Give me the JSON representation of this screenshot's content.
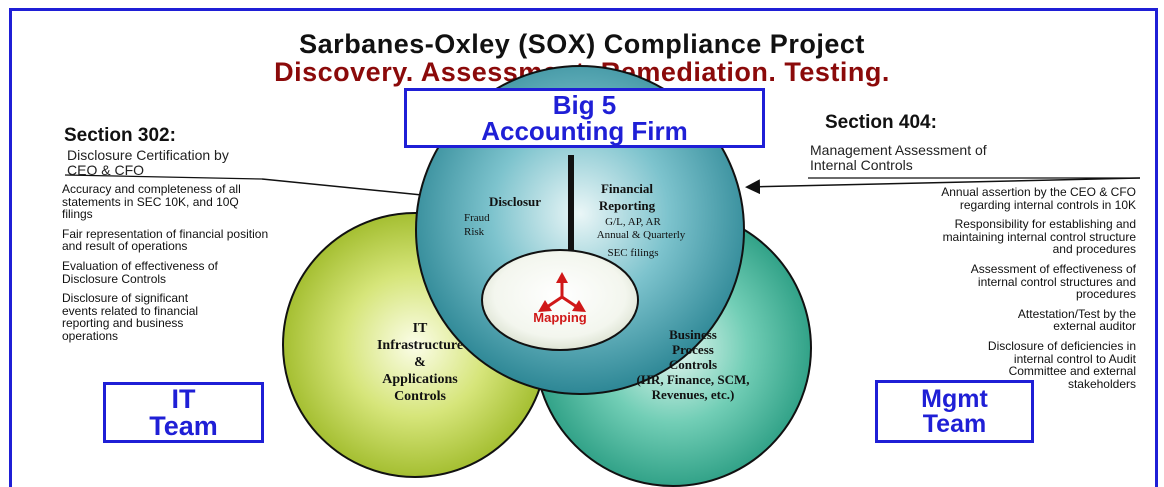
{
  "title": "Sarbanes-Oxley (SOX) Compliance Project",
  "subtitle": "Discovery. Assessment. Remediation. Testing.",
  "big5_box": [
    "Big 5",
    "Accounting Firm"
  ],
  "section_302": {
    "heading": "Section 302:",
    "subheading": [
      "Disclosure Certification by",
      "CEO & CFO"
    ],
    "items": [
      [
        "Accuracy and completeness of all",
        "statements in SEC 10K, and 10Q",
        "filings"
      ],
      [
        "Fair representation of financial position",
        "and result of operations"
      ],
      [
        "Evaluation of effectiveness of",
        "Disclosure Controls"
      ],
      [
        "Disclosure of significant",
        "events related to financial",
        "reporting and business",
        "operations"
      ]
    ]
  },
  "section_404": {
    "heading": "Section 404:",
    "subheading": [
      "Management Assessment of",
      "Internal Controls"
    ],
    "items": [
      [
        "Annual assertion by the CEO & CFO",
        "regarding internal controls in 10K"
      ],
      [
        "Responsibility for establishing and",
        "maintaining internal control structure",
        "and procedures"
      ],
      [
        "Assessment of effectiveness of",
        "internal control structures and",
        "procedures"
      ],
      [
        "Attestation/Test by the",
        "external auditor"
      ],
      [
        "Disclosure of deficiencies in",
        "internal control to Audit",
        "Committee and external",
        "stakeholders"
      ]
    ]
  },
  "top_circle": {
    "left_title": "Disclosur",
    "left_items": [
      "Fraud",
      "Risk"
    ],
    "right_title": [
      "Financial",
      "Reporting"
    ],
    "right_items": [
      "G/L, AP, AR",
      "Annual & Quarterly"
    ],
    "right_extra": "SEC filings"
  },
  "left_circle": [
    "IT",
    "Infrastructure",
    "&",
    "Applications",
    "Controls"
  ],
  "right_circle": [
    "Business",
    "Process",
    "Controls",
    "(HR, Finance, SCM,",
    "Revenues, etc.)"
  ],
  "center_label": "Mapping",
  "it_team": [
    "IT",
    "Team"
  ],
  "mgmt_team": [
    "Mgmt",
    "Team"
  ],
  "colors": {
    "frame_blue": "#1f1fd6",
    "subtitle_red": "#8b0a0a",
    "top_circle": "#3a98a6",
    "left_circle": "#b8d234",
    "right_circle": "#2fb79a",
    "mapping_red": "#d01818"
  }
}
